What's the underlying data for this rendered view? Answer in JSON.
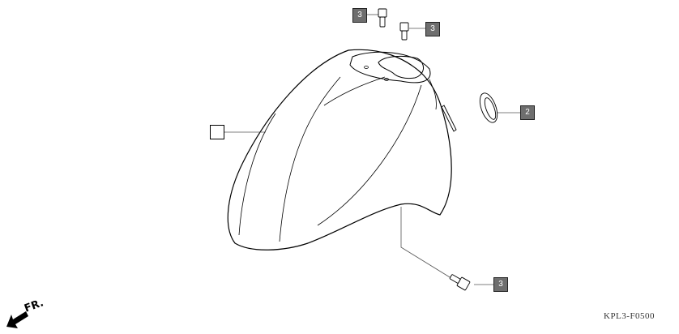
{
  "diagram": {
    "title_code": "KPL3-F0500",
    "direction_label": "FR.",
    "parts": [
      {
        "id": "front-fender",
        "callout": "",
        "name": "front fender"
      },
      {
        "id": "grommet",
        "callout": "2",
        "name": "grommet / cap"
      },
      {
        "id": "bolt-top-left",
        "callout": "3",
        "name": "flange bolt"
      },
      {
        "id": "bolt-top-right",
        "callout": "3",
        "name": "flange bolt"
      },
      {
        "id": "bolt-bottom",
        "callout": "3",
        "name": "flange bolt"
      }
    ],
    "colors": {
      "callout_fill": "#6e6e6e",
      "line": "#000000",
      "background": "#ffffff"
    }
  }
}
